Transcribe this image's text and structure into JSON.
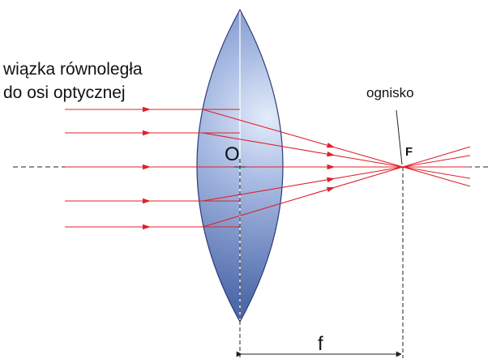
{
  "caption": {
    "line1": "wiązka równoległa",
    "line2": "do osi optycznej"
  },
  "labels": {
    "lens_center": "O",
    "focal_point": "F",
    "focal_point_name": "ognisko",
    "focal_length": "f"
  },
  "rays": {
    "count": 5,
    "converge_to": "F",
    "continue_past_focus": true
  },
  "colors": {
    "ray": "#e0202a",
    "lens_edge": "#2a3c78",
    "lens_fill_light": "#e4ecfa",
    "lens_fill_dark": "#4f6aaa",
    "axis": "#222222",
    "dimension": "#222222"
  }
}
